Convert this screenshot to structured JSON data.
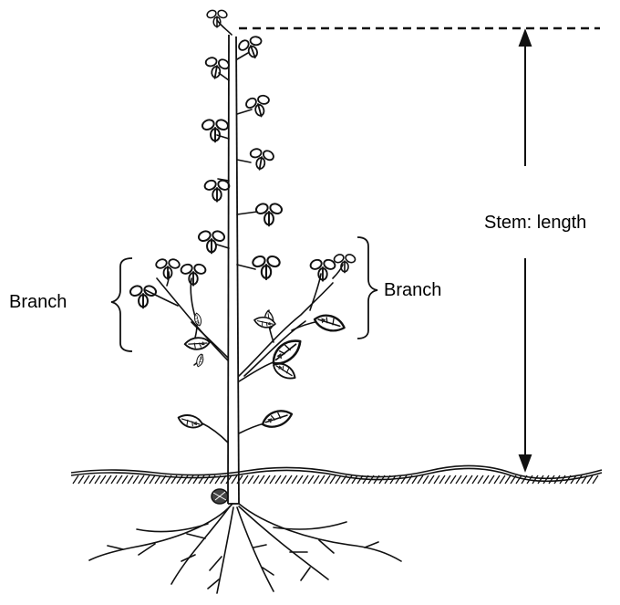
{
  "labels": {
    "branch_left": "Branch",
    "branch_right": "Branch",
    "stem_length": "Stem: length"
  }
}
